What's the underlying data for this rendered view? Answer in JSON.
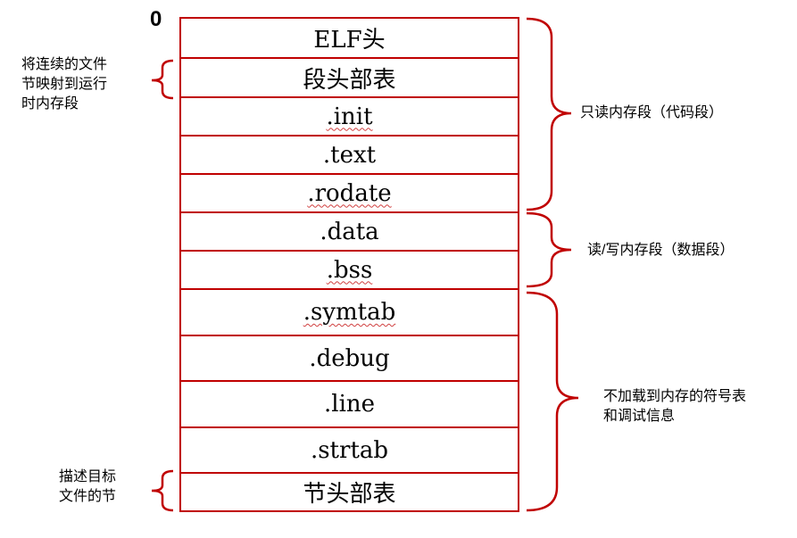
{
  "origin_label": "0",
  "sections": [
    {
      "label": "ELF头",
      "squiggle": false
    },
    {
      "label": "段头部表",
      "squiggle": false
    },
    {
      "label": ".init",
      "squiggle": true
    },
    {
      "label": ".text",
      "squiggle": false
    },
    {
      "label": ".rodate",
      "squiggle": true
    },
    {
      "label": ".data",
      "squiggle": false
    },
    {
      "label": ".bss",
      "squiggle": true
    },
    {
      "label": ".symtab",
      "squiggle": true
    },
    {
      "label": ".debug",
      "squiggle": false
    },
    {
      "label": ".line",
      "squiggle": false
    },
    {
      "label": ".strtab",
      "squiggle": false
    },
    {
      "label": "节头部表",
      "squiggle": false
    }
  ],
  "left_notes": {
    "segment_header": "将连续的文件\n节映射到运行\n时内存段",
    "section_header": "描述目标\n文件的节"
  },
  "right_notes": {
    "read_only": "只读内存段（代码段）",
    "read_write": "读/写内存段（数据段）",
    "not_loaded": "不加载到内存的符号表\n和调试信息"
  },
  "colors": {
    "accent": "#c00000",
    "squiggle": "#d04040"
  }
}
